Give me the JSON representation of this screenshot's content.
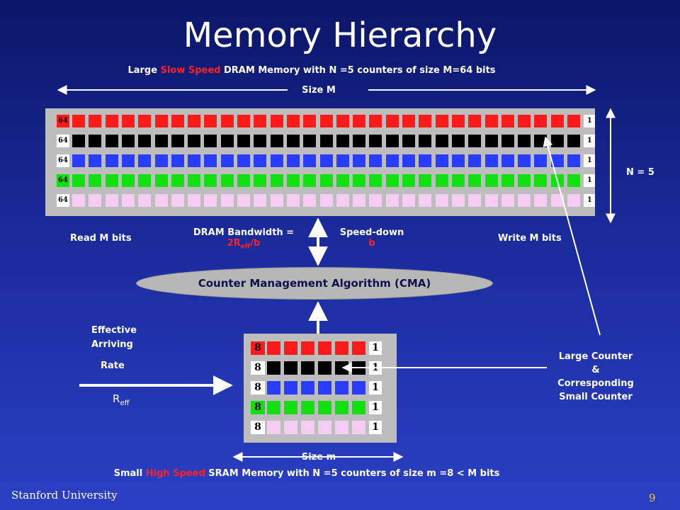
{
  "title": "Memory Hierarchy",
  "dram": {
    "caption_prefix": "Large ",
    "caption_highlight": "Slow Speed",
    "caption_suffix": " DRAM Memory with  N =5 counters of size M=64 bits",
    "size_label": "Size M",
    "rows_label": "N = 5",
    "left_label": "64",
    "right_label": "1",
    "cells_per_row": 31
  },
  "sram": {
    "caption_prefix": "Small ",
    "caption_highlight": "High Speed",
    "caption_suffix": " SRAM Memory with N =5 counters of size m =8 < M bits",
    "size_label": "Size m",
    "left_label": "8",
    "right_label": "1",
    "cells_per_row": 6
  },
  "labels": {
    "read": "Read M bits",
    "write": "Write M bits",
    "bandwidth_line1": "DRAM Bandwidth =",
    "bandwidth_line2_prefix": "2R",
    "bandwidth_line2_sub": "eff",
    "bandwidth_line2_suffix": "/b",
    "speeddown_line1": "Speed-down",
    "speeddown_line2": "b",
    "cma": "Counter Management Algorithm (CMA)",
    "effective": "Effective",
    "arriving": "Arriving",
    "rate": "Rate",
    "reff_main": "R",
    "reff_sub": "eff",
    "large_counter_1": "Large Counter",
    "large_counter_2": "&",
    "large_counter_3": "Corresponding",
    "large_counter_4": "Small Counter"
  },
  "footer": {
    "institution": "Stanford University",
    "page": "9"
  },
  "colors": {
    "row_colors": [
      "#ff1a1a",
      "#000000",
      "#2a3cff",
      "#12e012",
      "#f6cdf2"
    ],
    "highlight": "#ff2020",
    "panel": "#bdbdbd"
  }
}
